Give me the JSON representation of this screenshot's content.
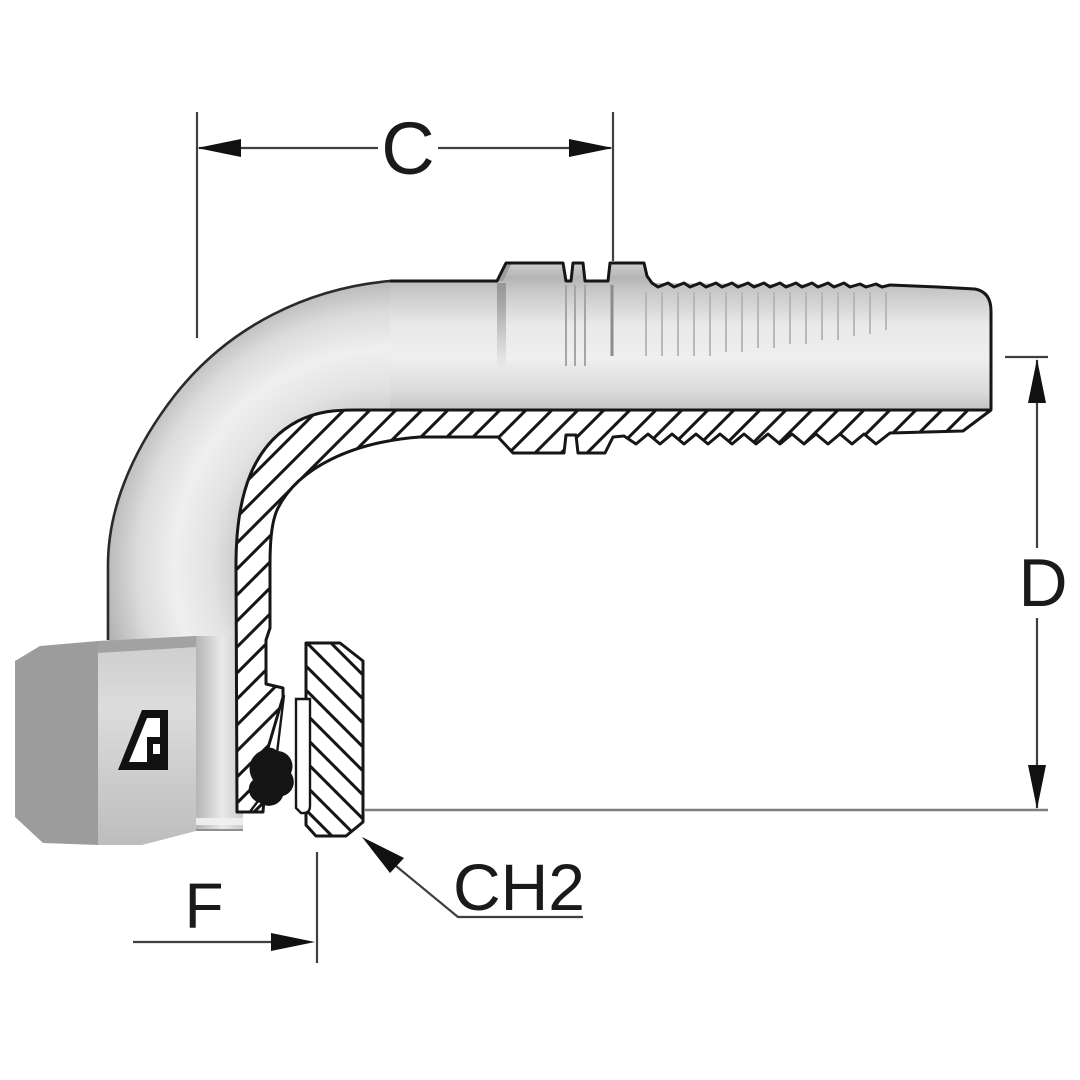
{
  "drawing": {
    "type": "technical-section-drawing",
    "subject": "90-degree elbow hose insert fitting, half section view"
  },
  "labels": {
    "c": "C",
    "d": "D",
    "f": "F",
    "ch2": "CH2"
  },
  "colors": {
    "background": "#ffffff",
    "outline": "#161616",
    "hatch": "#161616",
    "dimension_line": "#3f3f3f",
    "baseline_gray": "#7f7f7f",
    "body_highlight": "#f0f0f0",
    "body_mid": "#d9d9d9",
    "body_shadow": "#a9a9a9",
    "nut_side_facet": "#9c9c9c",
    "nut_front_facet": "#cfcfcf",
    "seal": "#141414",
    "logo": "#111111"
  },
  "icons": {
    "brand_logo": "triangle-a-logo"
  }
}
